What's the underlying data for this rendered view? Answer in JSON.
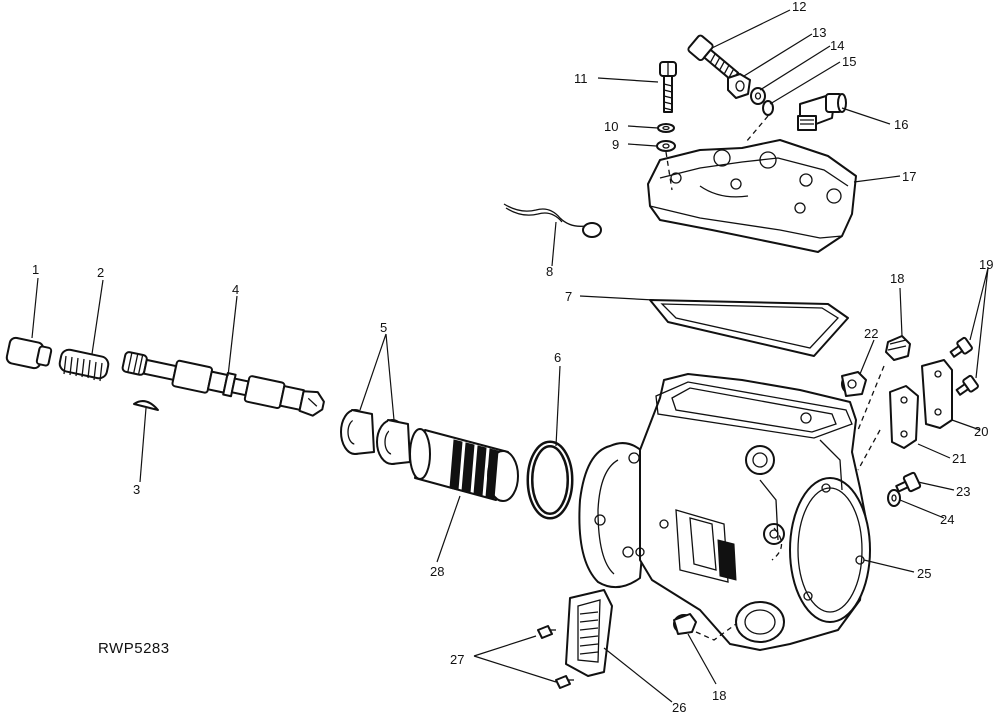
{
  "figure": {
    "reference_code": "RWP5283",
    "callouts": {
      "c1": "1",
      "c2": "2",
      "c3": "3",
      "c4": "4",
      "c5": "5",
      "c6": "6",
      "c7": "7",
      "c8": "8",
      "c9": "9",
      "c10": "10",
      "c11": "11",
      "c12": "12",
      "c13": "13",
      "c14": "14",
      "c15": "15",
      "c16": "16",
      "c17": "17",
      "c18a": "18",
      "c18b": "18",
      "c19": "19",
      "c20": "20",
      "c21": "21",
      "c22": "22",
      "c23": "23",
      "c24": "24",
      "c25": "25",
      "c26": "26",
      "c27": "27",
      "c28": "28"
    }
  }
}
